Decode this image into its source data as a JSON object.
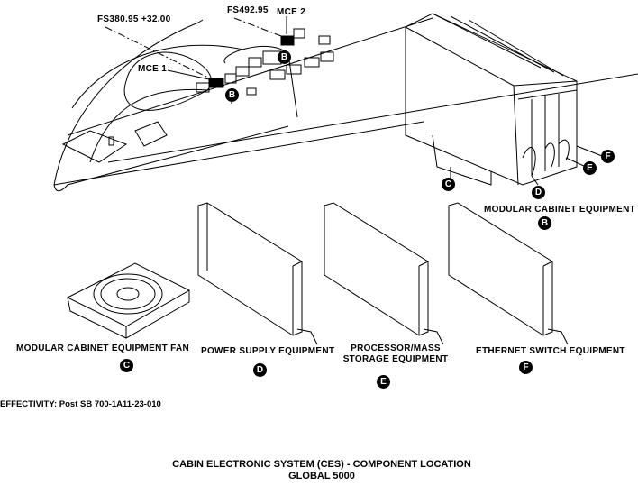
{
  "aircraft_view": {
    "fs_mce1": "FS380.95 +32.00",
    "fs_mce2": "FS492.95",
    "mce1_label": "MCE 1",
    "mce2_label": "MCE 2",
    "balloon_mce1": "B",
    "balloon_mce2": "B"
  },
  "cabinet": {
    "label": "MODULAR CABINET EQUIPMENT",
    "balloon": "B",
    "callouts": [
      "C",
      "D",
      "E",
      "F"
    ]
  },
  "components": [
    {
      "label": "MODULAR CABINET EQUIPMENT FAN",
      "balloon": "C"
    },
    {
      "label": "POWER SUPPLY EQUIPMENT",
      "balloon": "D"
    },
    {
      "label_line1": "PROCESSOR/MASS",
      "label_line2": "STORAGE EQUIPMENT",
      "balloon": "E"
    },
    {
      "label": "ETHERNET SWITCH EQUIPMENT",
      "balloon": "F"
    }
  ],
  "effectivity": "EFFECTIVITY:  Post SB 700-1A11-23-010",
  "title": {
    "line1": "CABIN ELECTRONIC SYSTEM (CES) - COMPONENT LOCATION",
    "line2": "GLOBAL 5000"
  }
}
